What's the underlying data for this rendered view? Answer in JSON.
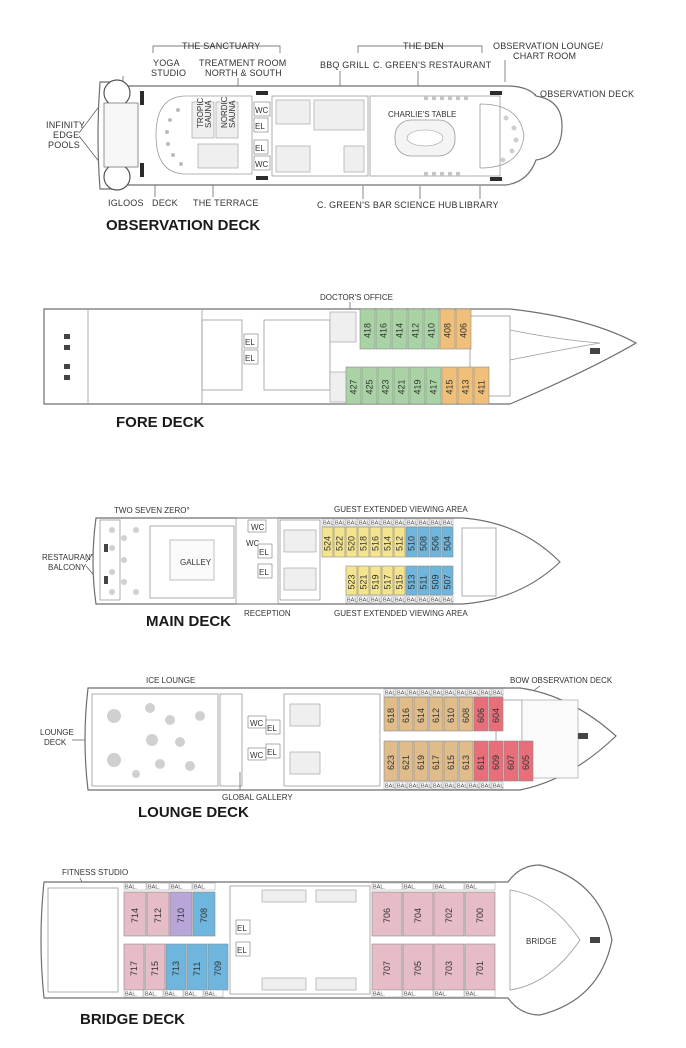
{
  "observation_deck": {
    "deck_name": "OBSERVATION DECK",
    "sanctuary_header": "THE SANCTUARY",
    "den_header": "THE DEN",
    "yoga_1": "YOGA",
    "yoga_2": "STUDIO",
    "treatment_1": "TREATMENT ROOM",
    "treatment_2": "NORTH & SOUTH",
    "bbq": "BBQ GRILL",
    "restaurant": "C. GREEN'S RESTAURANT",
    "lounge_1": "OBSERVATION LOUNGE/",
    "lounge_2": "CHART ROOM",
    "obs_deck_label": "OBSERVATION DECK",
    "pools_1": "INFINITY",
    "pools_2": "EDGE",
    "pools_3": "POOLS",
    "igloos": "IGLOOS",
    "deck": "DECK",
    "terrace": "THE TERRACE",
    "bar": "C. GREEN'S BAR",
    "science": "SCIENCE HUB",
    "library": "LIBRARY",
    "charlies": "CHARLIE'S TABLE",
    "tropic_1": "TROPIC",
    "tropic_2": "SAUNA",
    "nordic_1": "NORDIC",
    "nordic_2": "SAUNA",
    "wc": "WC",
    "el": "EL"
  },
  "fore_deck": {
    "deck_name": "FORE DECK",
    "doctor": "DOCTOR'S OFFICE",
    "el": "EL",
    "top_cabins": [
      "418",
      "416",
      "414",
      "412",
      "410",
      "408",
      "406"
    ],
    "bottom_cabins": [
      "427",
      "425",
      "423",
      "421",
      "419",
      "417",
      "415",
      "413",
      "411"
    ],
    "top_types": [
      "g",
      "g",
      "g",
      "g",
      "g",
      "o",
      "o"
    ],
    "bottom_types": [
      "g",
      "g",
      "g",
      "g",
      "g",
      "g",
      "o",
      "o",
      "o"
    ]
  },
  "main_deck": {
    "deck_name": "MAIN DECK",
    "two_seven_zero": "TWO SEVEN ZERO°",
    "galley": "GALLEY",
    "reception": "RECEPTION",
    "balcony_1": "RESTAURANT",
    "balcony_2": "BALCONY",
    "viewing_top": "GUEST EXTENDED VIEWING AREA",
    "viewing_bottom": "GUEST EXTENDED VIEWING AREA",
    "wc": "WC",
    "el": "EL",
    "bal": "BAL",
    "top_cabins": [
      "524",
      "522",
      "520",
      "518",
      "516",
      "514",
      "512",
      "510",
      "508",
      "506",
      "504"
    ],
    "bottom_cabins": [
      "523",
      "521",
      "519",
      "517",
      "515",
      "513",
      "511",
      "509",
      "507"
    ],
    "top_types": [
      "y",
      "y",
      "y",
      "y",
      "y",
      "y",
      "y",
      "b",
      "b",
      "b",
      "b"
    ],
    "bottom_types": [
      "y",
      "y",
      "y",
      "y",
      "y",
      "b",
      "b",
      "b",
      "b"
    ]
  },
  "lounge_deck": {
    "deck_name": "LOUNGE DECK",
    "ice_lounge": "ICE LOUNGE",
    "lounge_deck_1": "LOUNGE",
    "lounge_deck_2": "DECK",
    "global_gallery": "GLOBAL GALLERY",
    "bow_obs": "BOW OBSERVATION DECK",
    "wc": "WC",
    "el": "EL",
    "bal": "BAL",
    "top_cabins": [
      "618",
      "616",
      "614",
      "612",
      "610",
      "608",
      "606",
      "604"
    ],
    "bottom_cabins": [
      "623",
      "621",
      "619",
      "617",
      "615",
      "613",
      "611",
      "609",
      "607",
      "605"
    ],
    "top_types": [
      "t",
      "t",
      "t",
      "t",
      "t",
      "t",
      "r",
      "r"
    ],
    "bottom_types": [
      "t",
      "t",
      "t",
      "t",
      "t",
      "t",
      "r",
      "r",
      "r",
      "r"
    ]
  },
  "bridge_deck": {
    "deck_name": "BRIDGE DECK",
    "fitness": "FITNESS STUDIO",
    "bridge": "BRIDGE",
    "el": "EL",
    "bal": "BAL.",
    "left_top": [
      "714",
      "712",
      "710",
      "708"
    ],
    "left_bottom": [
      "717",
      "715",
      "713",
      "711",
      "709"
    ],
    "left_top_types": [
      "p",
      "p",
      "v",
      "b"
    ],
    "left_bottom_types": [
      "p",
      "p",
      "b",
      "b",
      "b"
    ],
    "right_top": [
      "706",
      "704",
      "702",
      "700"
    ],
    "right_bottom": [
      "707",
      "705",
      "703",
      "701"
    ]
  },
  "colors": {
    "g": "#a9d3a5",
    "o": "#f0c07a",
    "y": "#f5e48e",
    "b": "#6fb6de",
    "t": "#e0bc8a",
    "r": "#e86f7a",
    "p": "#e6bcc6",
    "v": "#b8a6d8"
  }
}
